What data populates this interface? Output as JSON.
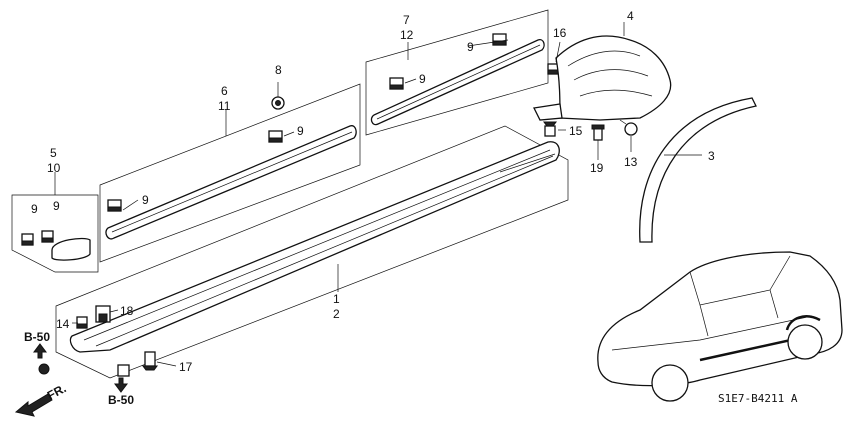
{
  "diagram": {
    "code": "S1E7-B4211 A",
    "callouts": {
      "c1": "1",
      "c2": "2",
      "c3": "3",
      "c4": "4",
      "c5": "5",
      "c10": "10",
      "c6": "6",
      "c11": "11",
      "c7": "7",
      "c12": "12",
      "c8": "8",
      "c9": "9",
      "c13": "13",
      "c14": "14",
      "c15": "15",
      "c16": "16",
      "c17": "17",
      "c18": "18",
      "c19": "19"
    },
    "refs": {
      "b50_top": "B-50",
      "b50_bottom": "B-50"
    },
    "front_label": "FR."
  }
}
